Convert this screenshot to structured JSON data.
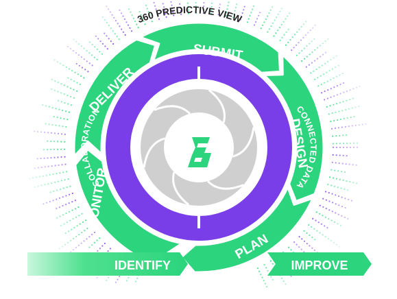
{
  "header": {
    "title": "360  PREDICTIVE VIEW"
  },
  "cycle": {
    "stages": [
      {
        "id": "submit",
        "label": "SUBMIT"
      },
      {
        "id": "design",
        "label": "DESIGN"
      },
      {
        "id": "plan",
        "label": "PLAN"
      },
      {
        "id": "monitor",
        "label": "MONITOR"
      },
      {
        "id": "deliver",
        "label": "DELIVER"
      }
    ]
  },
  "inner_ring": {
    "left_label": "COLLABORATION",
    "right_label": "CONNECTED DATA"
  },
  "bottom_arrow": {
    "left_label": "IDENTIFY",
    "right_label": "IMPROVE"
  },
  "logo": {
    "name": "brand-logo-icon"
  },
  "colors": {
    "green": "#2bd47d",
    "green_light": "#7ff0b0",
    "purple": "#7a3ee8",
    "gray": "#cfcfcf",
    "text_dark": "#222222",
    "white": "#ffffff"
  }
}
